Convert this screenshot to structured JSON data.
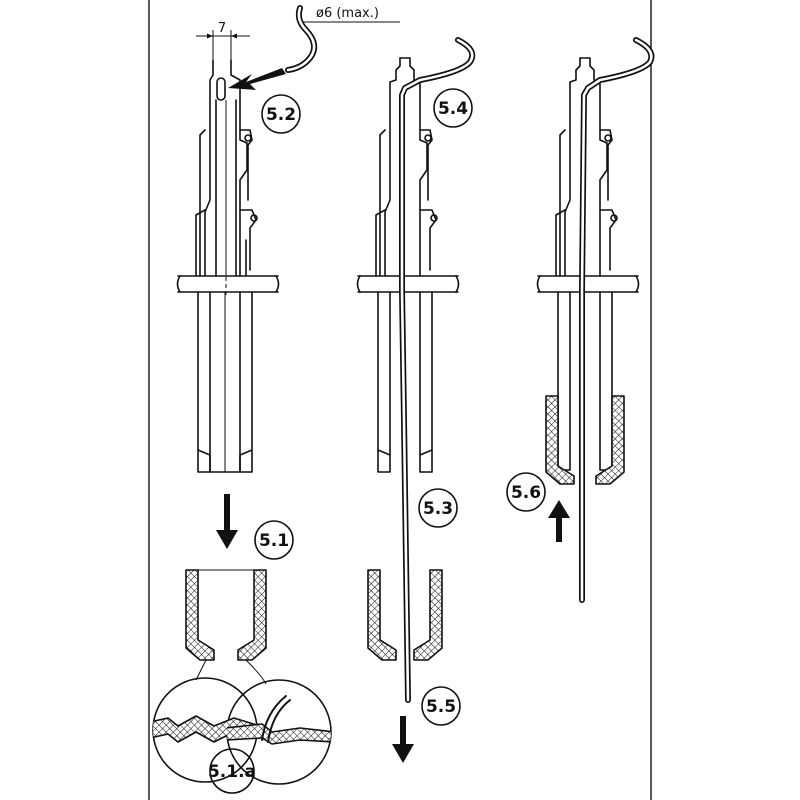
{
  "dimensions": {
    "width_label": "7",
    "diameter_label": "ø6 (max.)"
  },
  "steps": {
    "s5_1": "5.1",
    "s5_1a": "5.1.a",
    "s5_2": "5.2",
    "s5_3": "5.3",
    "s5_4": "5.4",
    "s5_5": "5.5",
    "s5_6": "5.6"
  }
}
